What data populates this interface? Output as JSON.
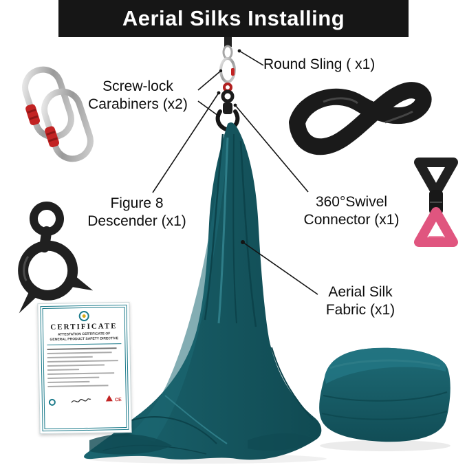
{
  "header": {
    "title": "Aerial Silks Installing"
  },
  "annotations": {
    "round_sling": {
      "line1": "Round Sling ( x1)"
    },
    "carabiners": {
      "line1": "Screw-lock",
      "line2": "Carabiners (x2)"
    },
    "figure8": {
      "line1": "Figure 8",
      "line2": "Descender (x1)"
    },
    "swivel": {
      "line1": "360°Swivel",
      "line2": "Connector (x1)"
    },
    "fabric": {
      "line1": "Aerial Silk",
      "line2": "Fabric (x1)"
    }
  },
  "certificate": {
    "title": "CERTIFICATE",
    "subtitle_line1": "ATTESTATION CERTIFICATE OF",
    "subtitle_line2": "GENERAL PRODUCT SAFETY DIRECTIVE",
    "ce_mark": "CE"
  },
  "colors": {
    "banner_bg": "#161616",
    "silk_teal": "#15565f",
    "swivel_pink": "#e0557f",
    "carabiner_red": "#c22323",
    "certificate_teal": "#1b7a8a"
  }
}
